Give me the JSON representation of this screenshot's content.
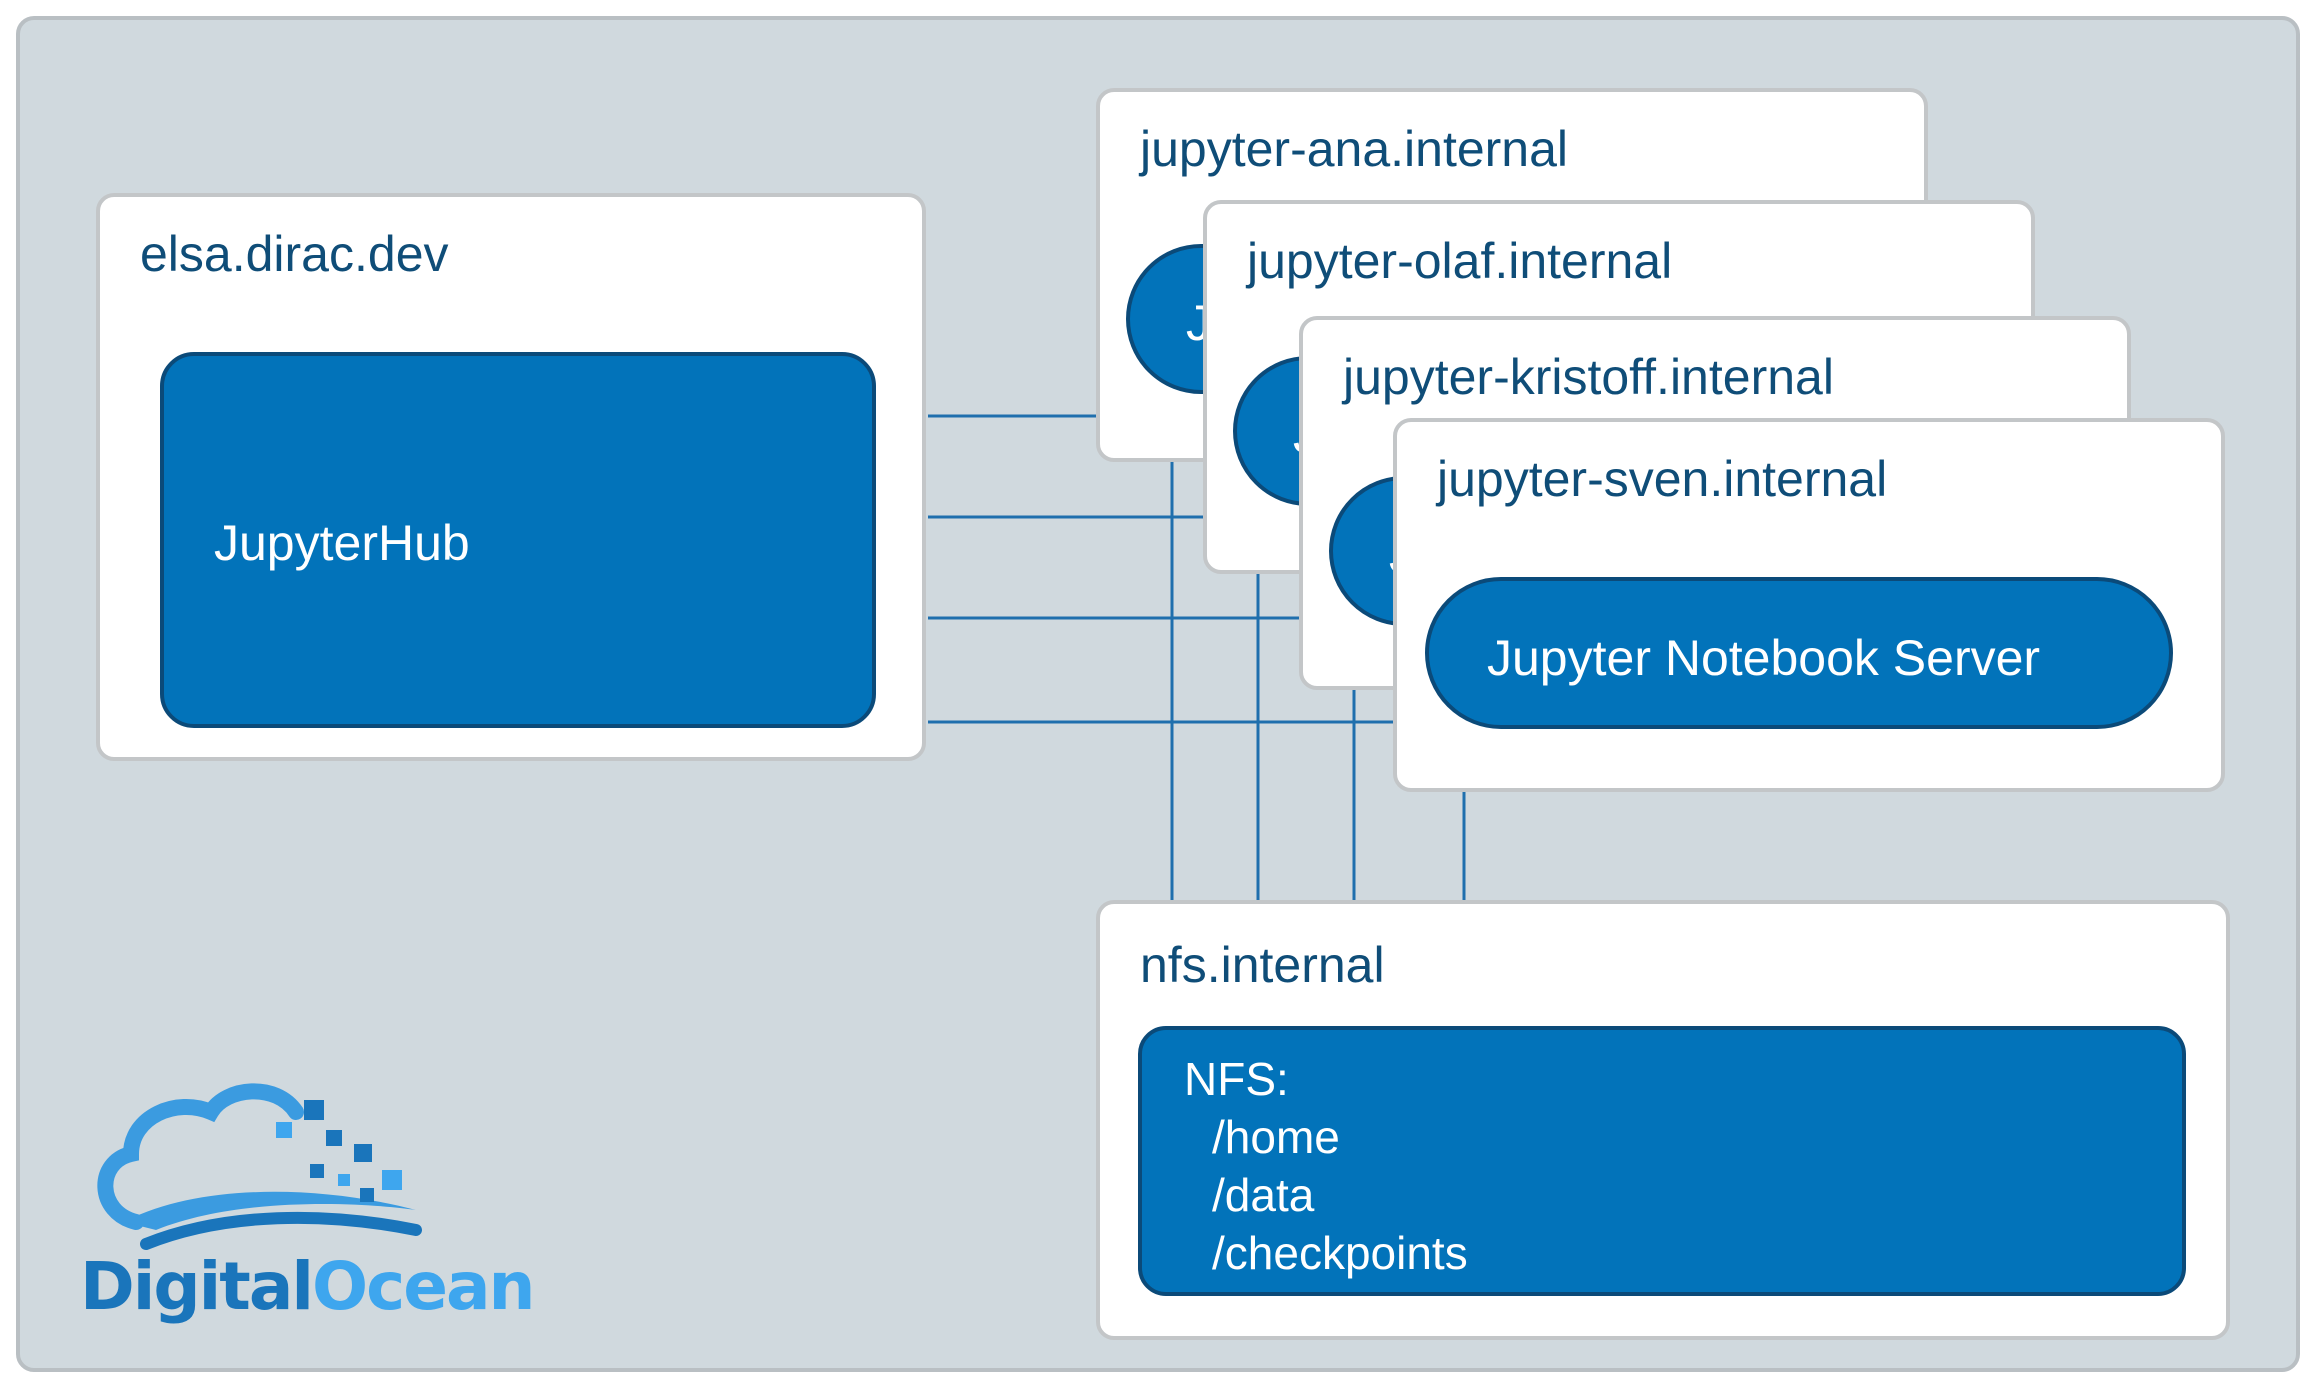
{
  "hub_host": {
    "title": "elsa.dirac.dev",
    "service_label": "JupyterHub"
  },
  "user_hosts": [
    {
      "title": "jupyter-ana.internal",
      "server_label": "J"
    },
    {
      "title": "jupyter-olaf.internal",
      "server_label": "J"
    },
    {
      "title": "jupyter-kristoff.internal",
      "server_label": "J"
    },
    {
      "title": "jupyter-sven.internal",
      "server_label": "Jupyter Notebook Server"
    }
  ],
  "nfs_host": {
    "title": "nfs.internal",
    "header": "NFS:",
    "paths": [
      "/home",
      "/data",
      "/checkpoints"
    ]
  },
  "logo": {
    "brand_part1": "Digital",
    "brand_part2": "Ocean",
    "color_part1": "#1a75bb",
    "color_part2": "#3ea6ee"
  },
  "colors": {
    "service_fill": "#0273ba",
    "service_border": "#0b4a79",
    "connector": "#1f6fad",
    "background": "#d0d9de"
  }
}
